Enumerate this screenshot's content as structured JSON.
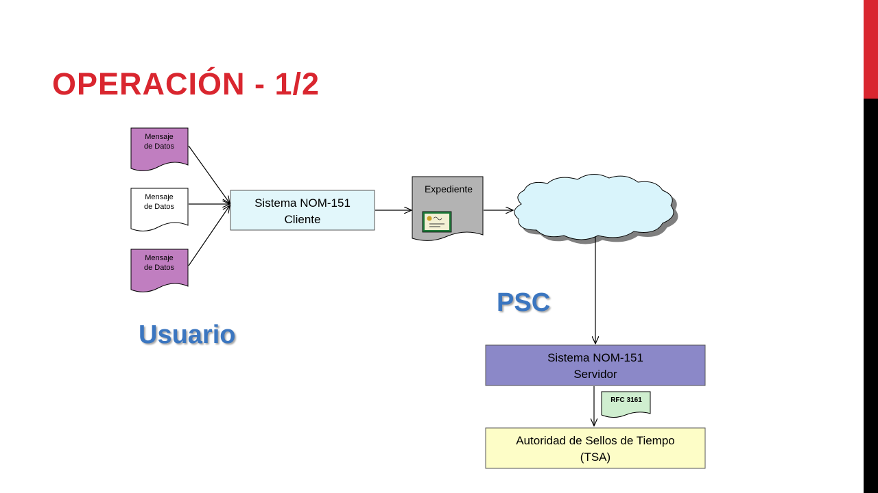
{
  "slide": {
    "title": "OPERACIÓN - 1/2",
    "accent_colors": {
      "red": "#d9262f",
      "black": "#000000"
    }
  },
  "diagram": {
    "documents": [
      {
        "line1": "Mensaje",
        "line2": "de Datos",
        "fill": "#c07ec0"
      },
      {
        "line1": "Mensaje",
        "line2": "de Datos",
        "fill": "#ffffff"
      },
      {
        "line1": "Mensaje",
        "line2": "de Datos",
        "fill": "#c07ec0"
      }
    ],
    "client_box": {
      "line1": "Sistema NOM-151",
      "line2": "Cliente",
      "fill": "#e2f7fb"
    },
    "expediente": {
      "label": "Expediente",
      "fill": "#b3b3b3",
      "icon": "certificate-icon"
    },
    "cloud": {
      "fill": "#d9f4fb",
      "icon": "cloud-icon"
    },
    "server_box": {
      "line1": "Sistema NOM-151",
      "line2": "Servidor",
      "fill": "#8b88c8"
    },
    "rfc_note": {
      "label": "RFC 3161",
      "fill": "#cfeecf"
    },
    "tsa_box": {
      "line1": "Autoridad de Sellos de Tiempo",
      "line2": "(TSA)",
      "fill": "#fdfdc7"
    },
    "labels": {
      "usuario": "Usuario",
      "psc": "PSC"
    }
  }
}
